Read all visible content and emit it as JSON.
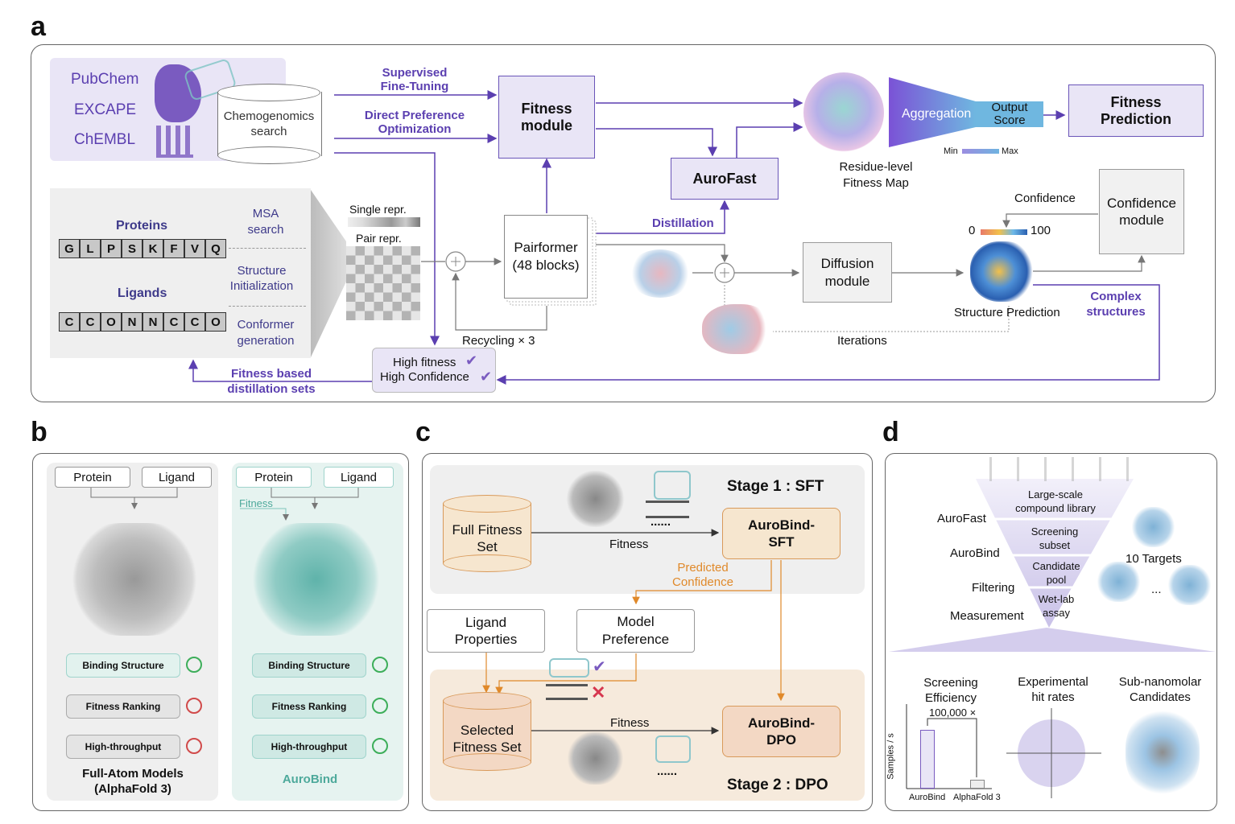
{
  "panels": {
    "a": "a",
    "b": "b",
    "c": "c",
    "d": "d"
  },
  "a": {
    "databases": [
      "PubChem",
      "EXCAPE",
      "ChEMBL"
    ],
    "chemo_search": "Chemogenomics search",
    "sft_label": "Supervised Fine-Tuning",
    "dpo_label": "Direct Preference Optimization",
    "fitness_module": "Fitness module",
    "aurofast": "AuroFast",
    "aggregation": "Aggregation",
    "output_score": "Output Score",
    "fitness_prediction": "Fitness Prediction",
    "colorbar_min": "Min",
    "colorbar_max": "Max",
    "residue_map": "Residue-level Fitness Map",
    "proteins": "Proteins",
    "protein_seq": [
      "G",
      "L",
      "P",
      "S",
      "K",
      "F",
      "V",
      "Q"
    ],
    "ligands": "Ligands",
    "ligand_seq": [
      "C",
      "C",
      "O",
      "N",
      "N",
      "C",
      "C",
      "O"
    ],
    "msa": "MSA search",
    "structure_init": "Structure Initialization",
    "conformer": "Conformer generation",
    "single_repr": "Single repr.",
    "pair_repr": "Pair repr.",
    "pairformer": "Pairformer (48 blocks)",
    "recycling": "Recycling × 3",
    "distillation": "Distillation",
    "diffusion": "Diffusion module",
    "confidence_label": "Confidence",
    "confidence_module": "Confidence module",
    "conf_min": "0",
    "conf_max": "100",
    "structure_prediction": "Structure Prediction",
    "complex_structures": "Complex structures",
    "iterations": "Iterations",
    "high_fitness": "High fitness",
    "high_confidence": "High Confidence",
    "fitness_distill": "Fitness based distillation sets"
  },
  "b": {
    "protein": "Protein",
    "ligand": "Ligand",
    "fitness": "Fitness",
    "binding_structure": "Binding Structure",
    "fitness_ranking": "Fitness Ranking",
    "high_throughput": "High-throughput",
    "left_title": "Full-Atom Models (AlphaFold 3)",
    "right_title": "AuroBind"
  },
  "c": {
    "stage1": "Stage 1 : SFT",
    "stage2": "Stage 2 : DPO",
    "full_set": "Full Fitness Set",
    "fitness": "Fitness",
    "dots": "......",
    "sft_model": "AuroBind-SFT",
    "predicted_conf": "Predicted Confidence",
    "ligand_props": "Ligand Properties",
    "model_pref": "Model Preference",
    "selected_set": "Selected Fitness Set",
    "dpo_model": "AuroBind-DPO"
  },
  "d": {
    "funnel_levels": [
      "Large-scale compound library",
      "Screening subset",
      "Candidate pool",
      "Wet-lab assay"
    ],
    "side_labels": [
      "AuroFast",
      "AuroBind",
      "Filtering",
      "Measurement"
    ],
    "targets": "10 Targets",
    "ellipsis": "...",
    "screening_eff": "Screening Efficiency",
    "hit_rates": "Experimental hit rates",
    "subnano": "Sub-nanomolar Candidates",
    "speedup": "100,000 ×",
    "ylabel": "Samples / s",
    "bar_labels": [
      "AuroBind",
      "AlphaFold 3"
    ]
  },
  "colors": {
    "accent": "#5b3fb0",
    "light_purple": "#e9e5f6",
    "teal_bg": "#e6f3f0",
    "tan_bg": "#f6eadc",
    "orange": "#e0892a"
  }
}
